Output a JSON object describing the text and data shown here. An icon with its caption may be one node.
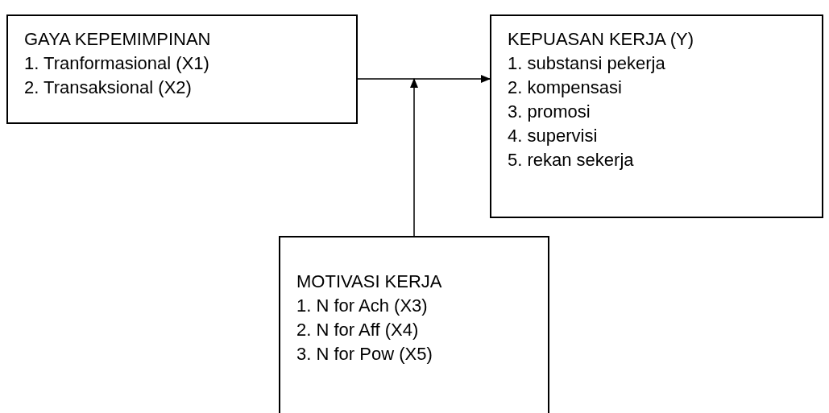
{
  "diagram": {
    "nodes": [
      {
        "text": [
          "GAYA KEPEMIMPINAN",
          "1. Tranformasional (X1)",
          "2. Transaksional (X2)"
        ]
      },
      {
        "text": [
          "KEPUASAN KERJA (Y)",
          "1. substansi pekerja",
          "2. kompensasi",
          "3. promosi",
          "4. supervisi",
          "5. rekan sekerja"
        ]
      },
      {
        "text": [
          "MOTIVASI KERJA",
          "1. N for Ach (X3)",
          "2. N for Aff (X4)",
          "3. N for Pow (X5)"
        ]
      }
    ],
    "edges": [
      {
        "from": 0,
        "to": 1,
        "arrow": "to"
      },
      {
        "from": 2,
        "to": null,
        "arrow": "to"
      }
    ]
  }
}
